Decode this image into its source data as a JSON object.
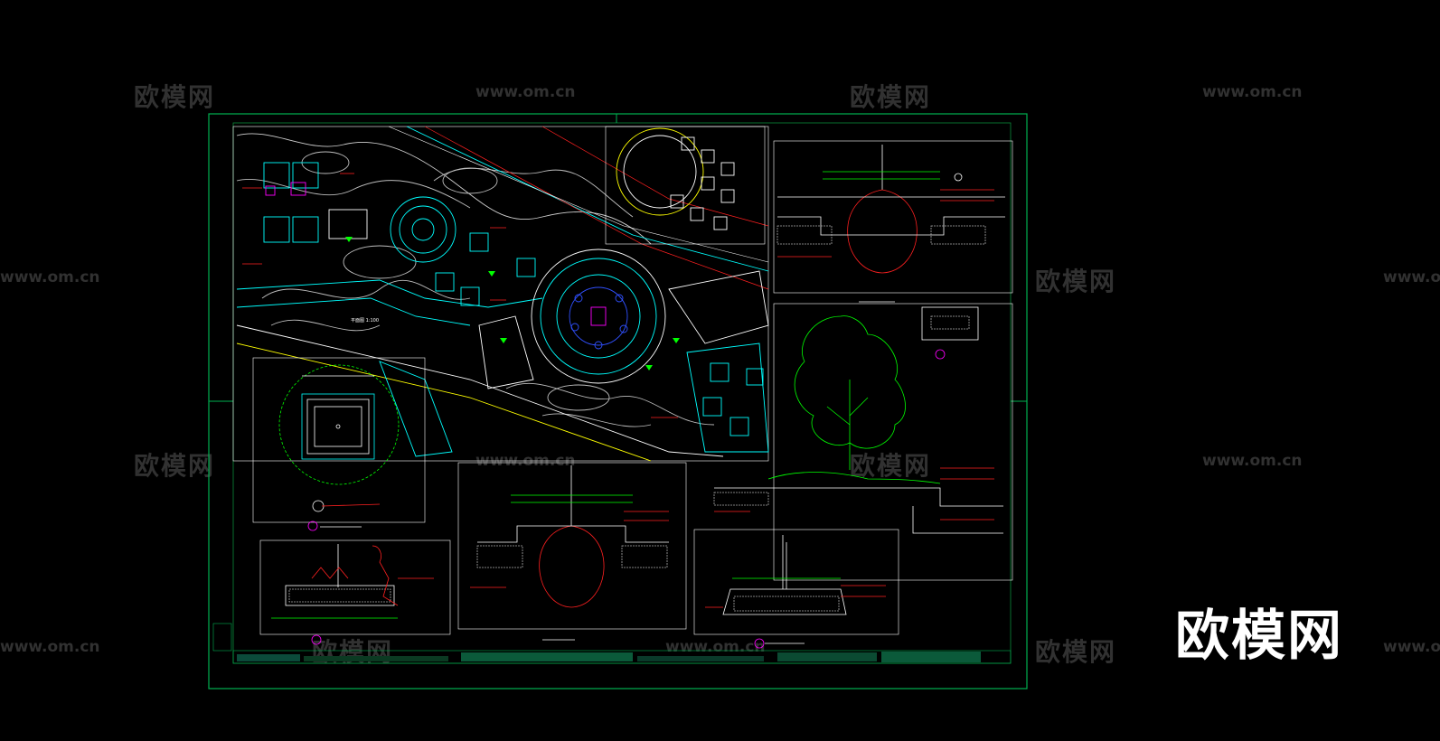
{
  "watermarks": {
    "brand": "欧模网",
    "url": "www.om.cn"
  },
  "logo": {
    "text": "欧模网",
    "color": "#ffffff"
  },
  "drawing": {
    "background": "#000000",
    "frame_color": "#00b050",
    "line_colors": {
      "cyan": "#00ffff",
      "white": "#ffffff",
      "red": "#ff2020",
      "yellow": "#ffff00",
      "green": "#00ff00",
      "magenta": "#ff00ff",
      "blue": "#3050ff"
    }
  }
}
